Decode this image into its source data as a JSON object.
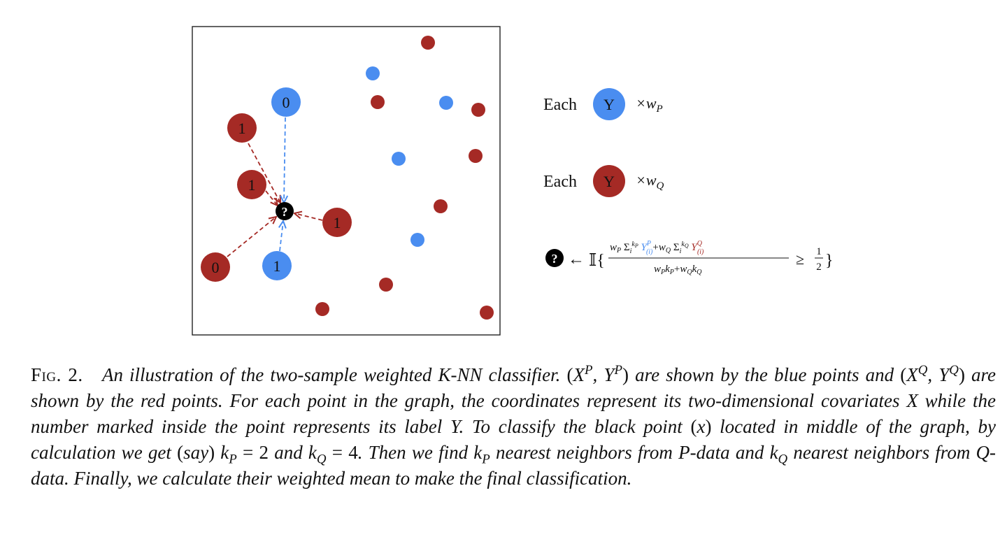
{
  "colors": {
    "p_blue": "#4A8DF0",
    "q_red": "#A52A25",
    "query_black": "#000000"
  },
  "points": {
    "blue_labeled": [
      {
        "label": "0"
      },
      {
        "label": "1"
      }
    ],
    "red_labeled": [
      {
        "label": "1"
      },
      {
        "label": "1"
      },
      {
        "label": "1"
      },
      {
        "label": "0"
      }
    ],
    "query_symbol": "?"
  },
  "legend": {
    "each_word": "Each",
    "point_label": "Y",
    "weight_p": "×w",
    "weight_p_sub": "P",
    "weight_q": "×w",
    "weight_q_sub": "Q"
  },
  "formula": {
    "arrow": "←",
    "indicator": "𝕀{",
    "numerator": "w_P Σ_i^{k_P} Y_(i)^P + w_Q Σ_i^{k_Q} Y_(i)^Q",
    "denominator": "w_P k_P + w_Q k_Q",
    "comparison": "≥",
    "half_num": "1",
    "half_den": "2",
    "close": "}"
  },
  "caption": {
    "label": "Fig. 2.",
    "lead": "An illustration of the two-sample weighted K-NN classifier."
  }
}
